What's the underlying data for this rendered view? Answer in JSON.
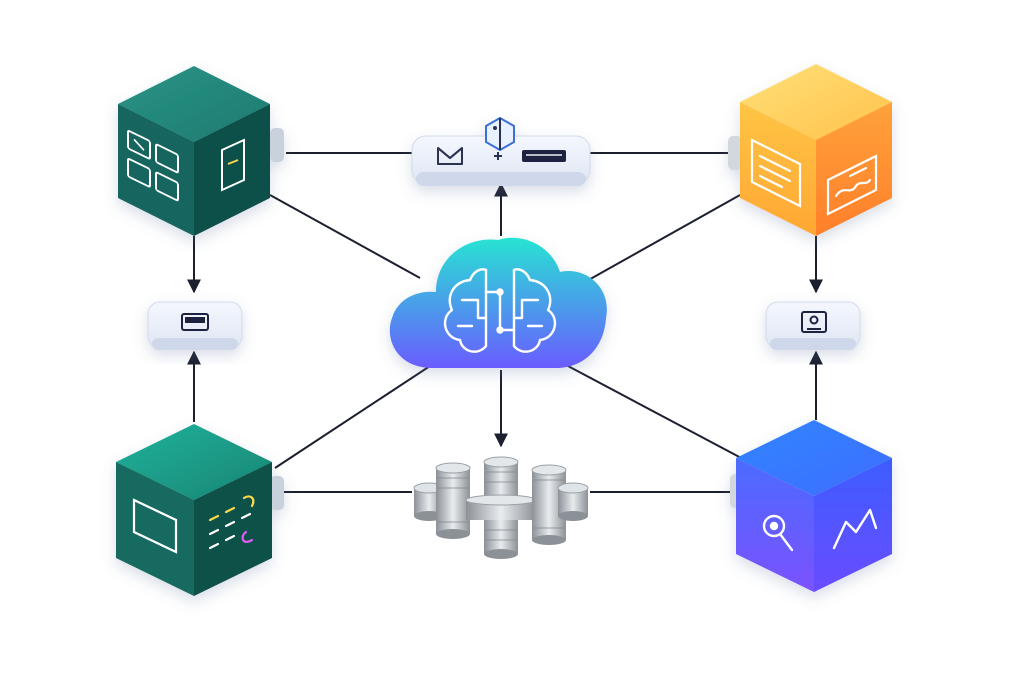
{
  "diagram": {
    "background": "#ffffff",
    "line_color": "#1b1f2e",
    "nodes": [
      {
        "id": "cloud-hub",
        "kind": "cloud",
        "icon": "brain-circuit-icon",
        "colors": [
          "#27e3d3",
          "#6a5cff"
        ]
      },
      {
        "id": "cube-top-left",
        "kind": "cube",
        "icon": "dashboard-icon",
        "colors": [
          "#1f7f76",
          "#115e57",
          "#0b463f"
        ]
      },
      {
        "id": "cube-top-right",
        "kind": "cube",
        "icon": "document-signature-icon",
        "colors": [
          "#ffd45a",
          "#ffb03a",
          "#ff8a2a"
        ]
      },
      {
        "id": "cube-bottom-left",
        "kind": "cube",
        "icon": "code-terminal-icon",
        "colors": [
          "#1f8f80",
          "#12675e",
          "#0a4a43"
        ]
      },
      {
        "id": "cube-bottom-right",
        "kind": "cube",
        "icon": "analytics-icon",
        "colors": [
          "#3f7cff",
          "#5566ff",
          "#7a4cff"
        ]
      },
      {
        "id": "pill-top-center",
        "kind": "pill",
        "icon": "mail-card-icon"
      },
      {
        "id": "pill-left",
        "kind": "pill",
        "icon": "card-reader-icon"
      },
      {
        "id": "pill-right",
        "kind": "pill",
        "icon": "id-badge-icon"
      },
      {
        "id": "database-cluster",
        "kind": "database",
        "icon": "database-cylinders-icon"
      }
    ],
    "edges": [
      {
        "from": "cube-top-left",
        "to": "pill-top-center",
        "arrow": false
      },
      {
        "from": "pill-top-center",
        "to": "cube-top-right",
        "arrow": false
      },
      {
        "from": "cube-top-left",
        "to": "cloud-hub",
        "arrow": false
      },
      {
        "from": "cube-top-right",
        "to": "cloud-hub",
        "arrow": false
      },
      {
        "from": "cube-bottom-left",
        "to": "cloud-hub",
        "arrow": false
      },
      {
        "from": "cube-bottom-right",
        "to": "cloud-hub",
        "arrow": false
      },
      {
        "from": "cloud-hub",
        "to": "pill-top-center",
        "arrow": true
      },
      {
        "from": "cloud-hub",
        "to": "database-cluster",
        "arrow": true
      },
      {
        "from": "cube-top-left",
        "to": "pill-left",
        "arrow": true
      },
      {
        "from": "cube-bottom-left",
        "to": "pill-left",
        "arrow": true
      },
      {
        "from": "cube-top-right",
        "to": "pill-right",
        "arrow": true
      },
      {
        "from": "cube-bottom-right",
        "to": "pill-right",
        "arrow": true
      },
      {
        "from": "cube-bottom-left",
        "to": "database-cluster",
        "arrow": false
      },
      {
        "from": "database-cluster",
        "to": "cube-bottom-right",
        "arrow": false
      }
    ]
  }
}
